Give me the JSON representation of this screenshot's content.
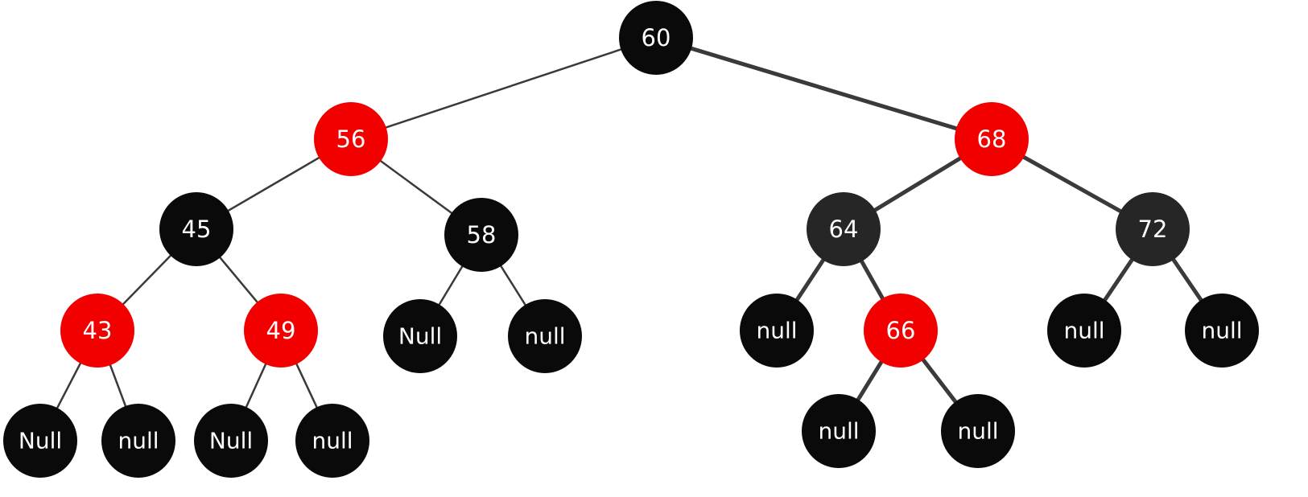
{
  "colors": {
    "red": "#f20000",
    "black": "#0a0a0a",
    "dark": "#262626",
    "edge": "#3a3a3a",
    "text": "#ffffff"
  },
  "tree": {
    "nodes": [
      {
        "id": "n60",
        "label": "60",
        "color": "black"
      },
      {
        "id": "n56",
        "label": "56",
        "color": "red"
      },
      {
        "id": "n68",
        "label": "68",
        "color": "red"
      },
      {
        "id": "n45",
        "label": "45",
        "color": "black"
      },
      {
        "id": "n58",
        "label": "58",
        "color": "black"
      },
      {
        "id": "n64",
        "label": "64",
        "color": "dark"
      },
      {
        "id": "n72",
        "label": "72",
        "color": "dark"
      },
      {
        "id": "n43",
        "label": "43",
        "color": "red"
      },
      {
        "id": "n49",
        "label": "49",
        "color": "red"
      },
      {
        "id": "n58L",
        "label": "Null",
        "color": "black"
      },
      {
        "id": "n58R",
        "label": "null",
        "color": "black"
      },
      {
        "id": "n64L",
        "label": "null",
        "color": "black"
      },
      {
        "id": "n66",
        "label": "66",
        "color": "red"
      },
      {
        "id": "n72L",
        "label": "null",
        "color": "black"
      },
      {
        "id": "n72R",
        "label": "null",
        "color": "black"
      },
      {
        "id": "n43L",
        "label": "Null",
        "color": "black"
      },
      {
        "id": "n43R",
        "label": "null",
        "color": "black"
      },
      {
        "id": "n49L",
        "label": "Null",
        "color": "black"
      },
      {
        "id": "n49R",
        "label": "null",
        "color": "black"
      },
      {
        "id": "n66L",
        "label": "null",
        "color": "black"
      },
      {
        "id": "n66R",
        "label": "null",
        "color": "black"
      }
    ],
    "edges": [
      {
        "from": "n60",
        "to": "n56"
      },
      {
        "from": "n60",
        "to": "n68"
      },
      {
        "from": "n56",
        "to": "n45"
      },
      {
        "from": "n56",
        "to": "n58"
      },
      {
        "from": "n68",
        "to": "n64"
      },
      {
        "from": "n68",
        "to": "n72"
      },
      {
        "from": "n45",
        "to": "n43"
      },
      {
        "from": "n45",
        "to": "n49"
      },
      {
        "from": "n58",
        "to": "n58L"
      },
      {
        "from": "n58",
        "to": "n58R"
      },
      {
        "from": "n64",
        "to": "n64L"
      },
      {
        "from": "n64",
        "to": "n66"
      },
      {
        "from": "n72",
        "to": "n72L"
      },
      {
        "from": "n72",
        "to": "n72R"
      },
      {
        "from": "n43",
        "to": "n43L"
      },
      {
        "from": "n43",
        "to": "n43R"
      },
      {
        "from": "n49",
        "to": "n49L"
      },
      {
        "from": "n49",
        "to": "n49R"
      },
      {
        "from": "n66",
        "to": "n66L"
      },
      {
        "from": "n66",
        "to": "n66R"
      }
    ]
  }
}
